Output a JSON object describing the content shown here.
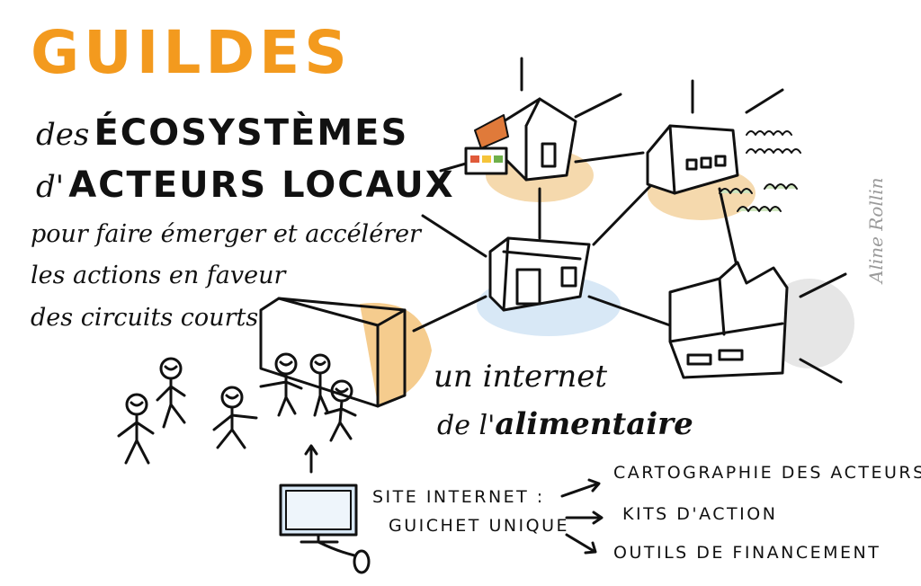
{
  "title": "GUILDES",
  "subtitle": {
    "line1_prefix": "des",
    "line1_main": "ÉCOSYSTÈMES",
    "line2_prefix": "d'",
    "line2_main": "ACTEURS LOCAUX"
  },
  "purpose": {
    "line1": "pour faire émerger et accélérer",
    "line2": "les actions en faveur",
    "line3": "des circuits courts"
  },
  "network_label": {
    "line1": "un internet",
    "line2_prefix": "de l'",
    "line2_main": "alimentaire"
  },
  "site": {
    "line1": "SITE INTERNET :",
    "line2": "GUICHET UNIQUE"
  },
  "outputs": [
    "CARTOGRAPHIE DES ACTEURS",
    "KITS D'ACTION",
    "OUTILS DE FINANCEMENT"
  ],
  "signature": "Aline Rollin",
  "colors": {
    "accent": "#f39a1e",
    "ink": "#111111",
    "wash_orange": "#f5d9ad",
    "wash_blue": "#d8e8f6",
    "wash_green": "#cfe6bf",
    "wash_gray": "#e6e6e6"
  },
  "icons": [
    "house-icon",
    "market-stall-icon",
    "field-icon",
    "factory-icon",
    "warehouse-icon",
    "person-icon",
    "computer-icon",
    "mouse-icon",
    "arrow-icon"
  ]
}
